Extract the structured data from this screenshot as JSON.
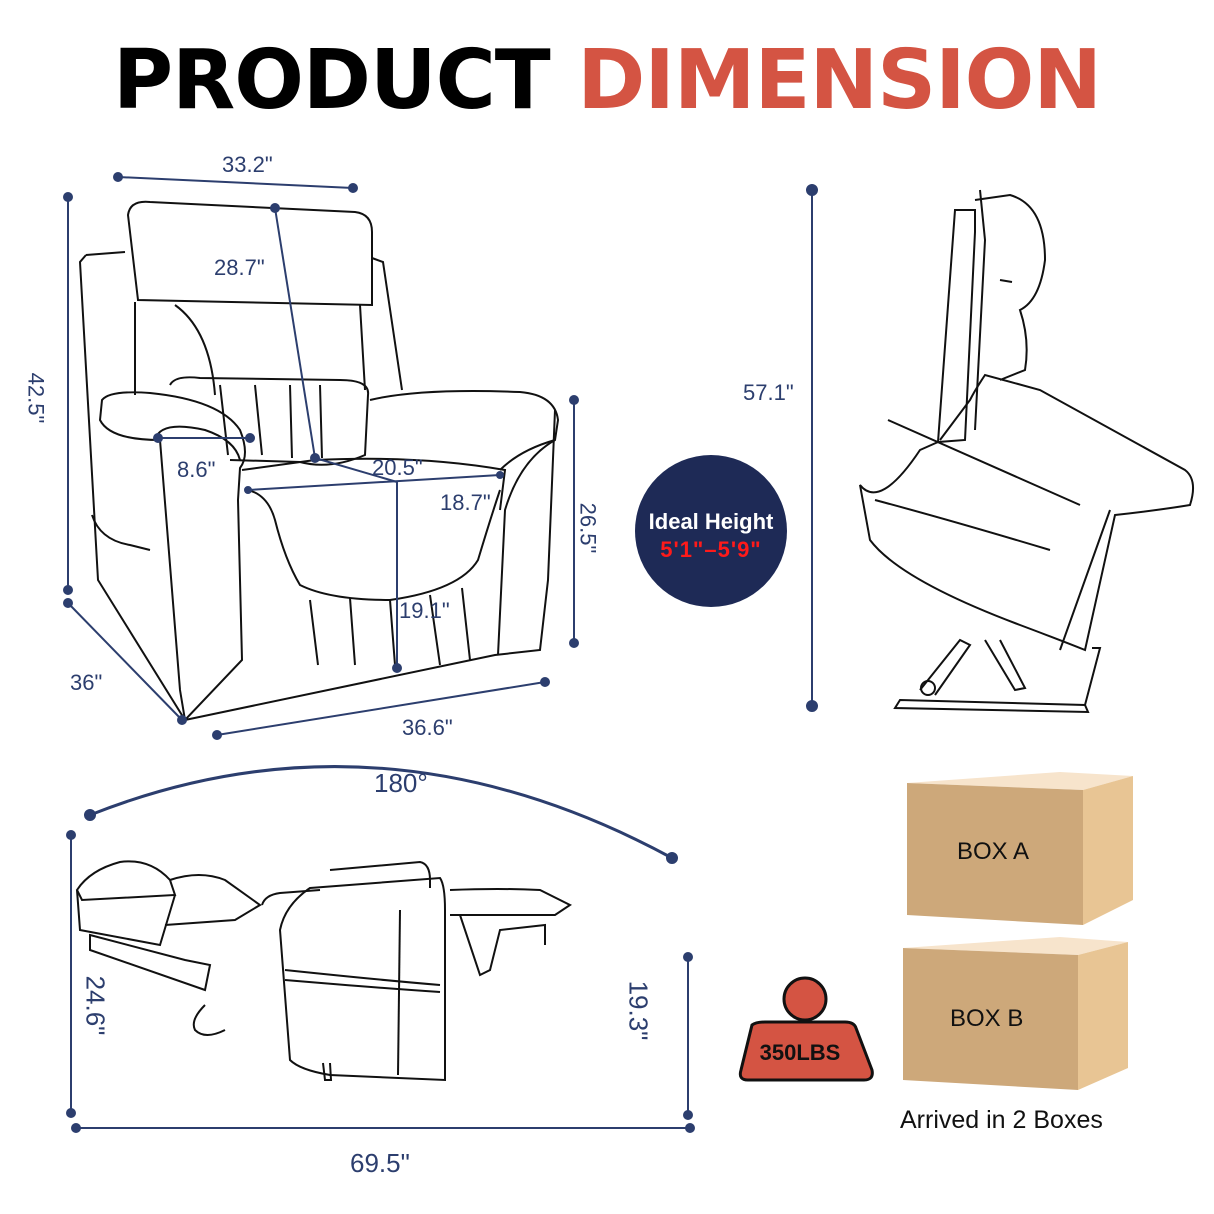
{
  "title": {
    "part1": "PRODUCT",
    "part2": "DIMENSION",
    "colors": {
      "part1": "#000000",
      "part2": "#d45443"
    }
  },
  "dimension_color": "#2c3e6e",
  "front_view": {
    "overall_width": "33.2\"",
    "backrest_height": "28.7\"",
    "overall_height": "42.5\"",
    "arm_width": "8.6\"",
    "seat_width": "20.5\"",
    "seat_depth": "18.7\"",
    "arm_height": "26.5\"",
    "seat_height": "19.1\"",
    "depth": "36\"",
    "base_width": "36.6\""
  },
  "ideal_height_badge": {
    "label": "Ideal Height",
    "range": "5'1\"–5'9\"",
    "bg": "#1e2a56",
    "range_color": "#ff1a1a"
  },
  "lift_view": {
    "lift_height": "57.1\""
  },
  "recline_view": {
    "angle": "180°",
    "left_height": "24.6\"",
    "right_height": "19.3\"",
    "full_length": "69.5\""
  },
  "weight_capacity": {
    "label": "350LBS",
    "color": "#d45443"
  },
  "boxes": {
    "items": [
      {
        "label": "BOX A"
      },
      {
        "label": "BOX B"
      }
    ],
    "caption": "Arrived in 2 Boxes",
    "colors": {
      "front": "#cda87a",
      "side": "#e8c594",
      "top": "#f7e4cc"
    }
  }
}
